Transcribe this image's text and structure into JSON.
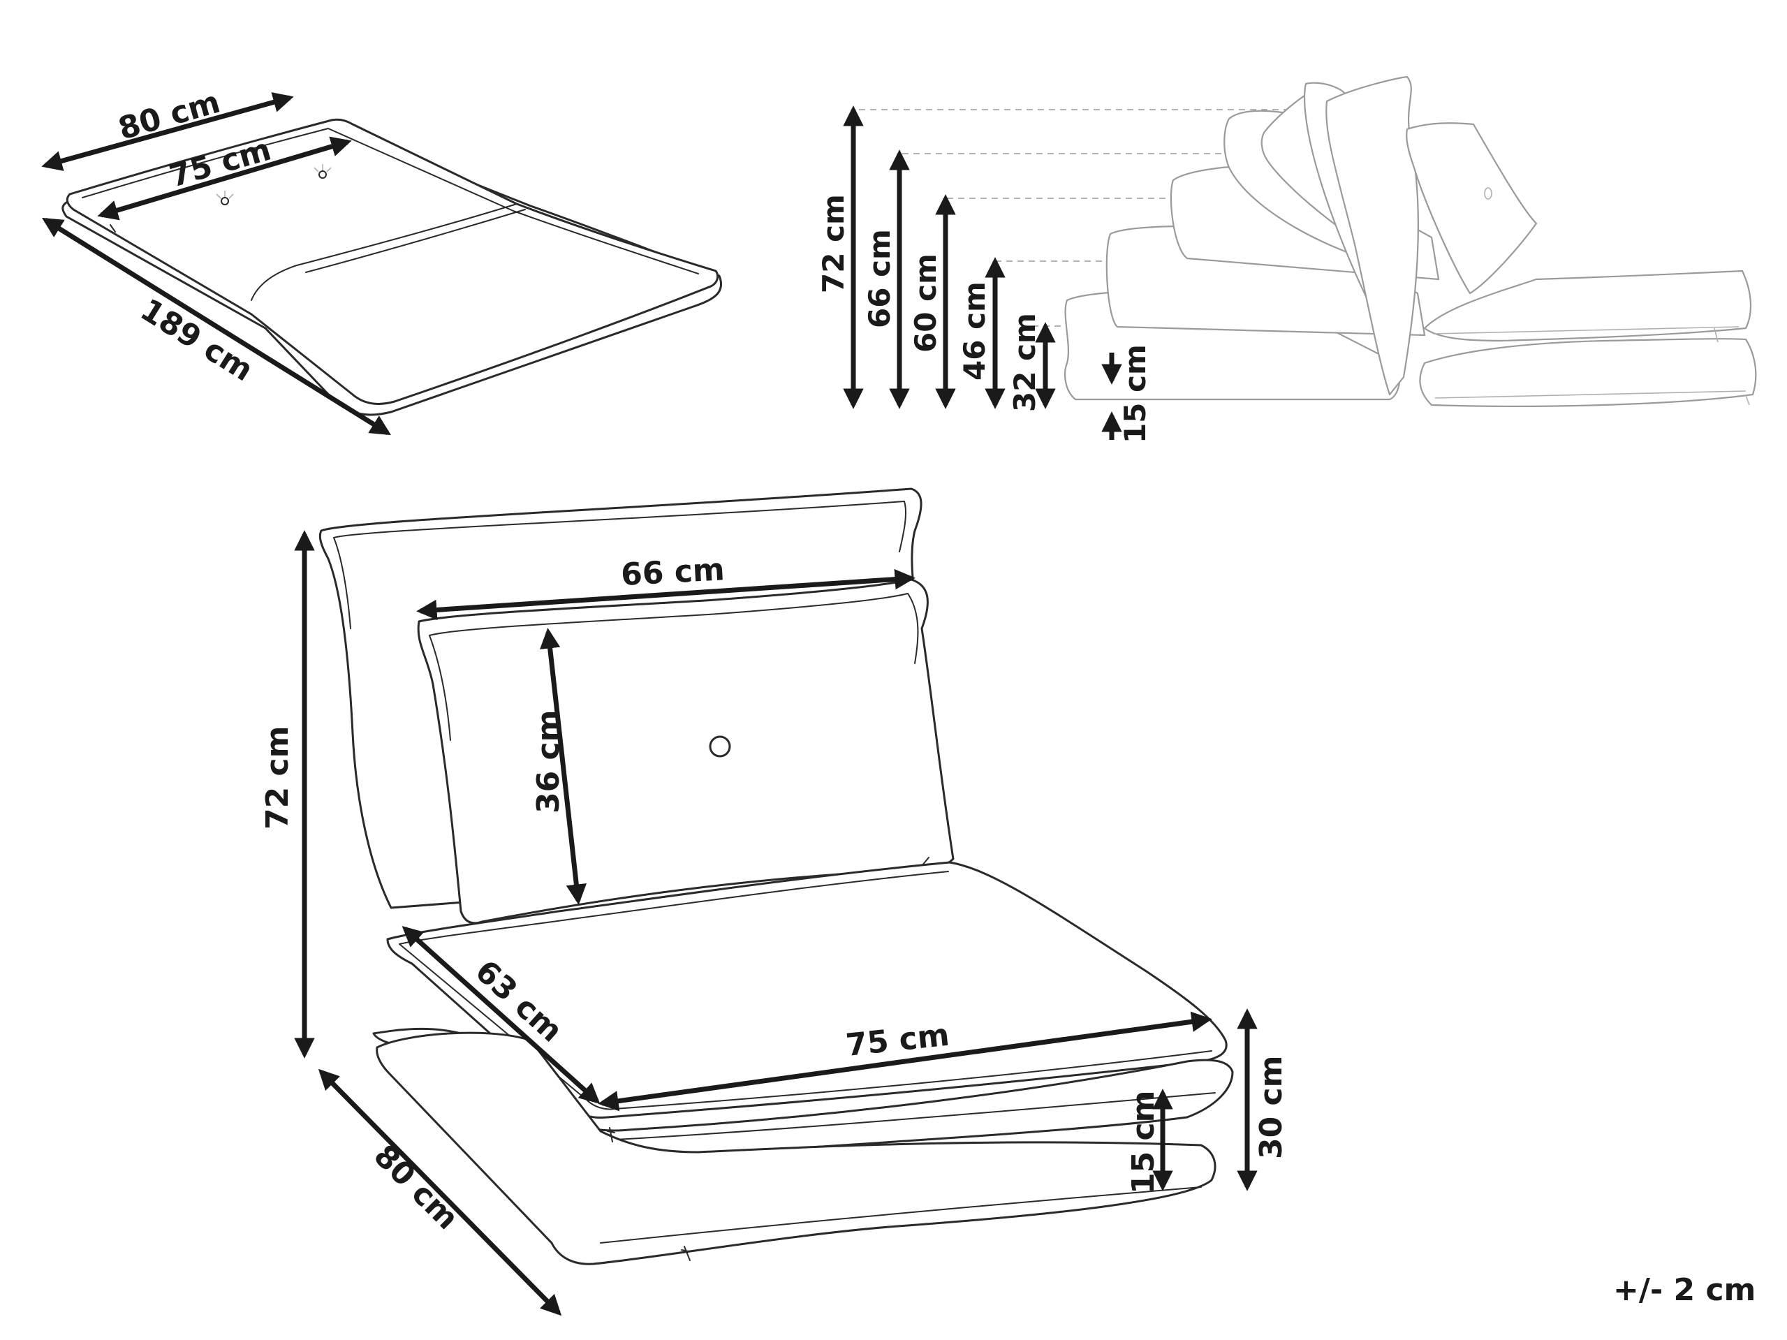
{
  "flat_view": {
    "width_outer": "80 cm",
    "width_inner": "75 cm",
    "length": "189 cm"
  },
  "side_view": {
    "heights": [
      "72 cm",
      "66 cm",
      "60 cm",
      "46 cm",
      "32 cm",
      "15 cm"
    ]
  },
  "chair_view": {
    "total_height": "72 cm",
    "pillow_width": "66 cm",
    "pillow_height": "36 cm",
    "seat_depth": "63 cm",
    "seat_width": "75 cm",
    "depth": "80 cm",
    "seat_height": "30 cm",
    "base_height": "15 cm"
  },
  "tolerance": "+/- 2 cm"
}
